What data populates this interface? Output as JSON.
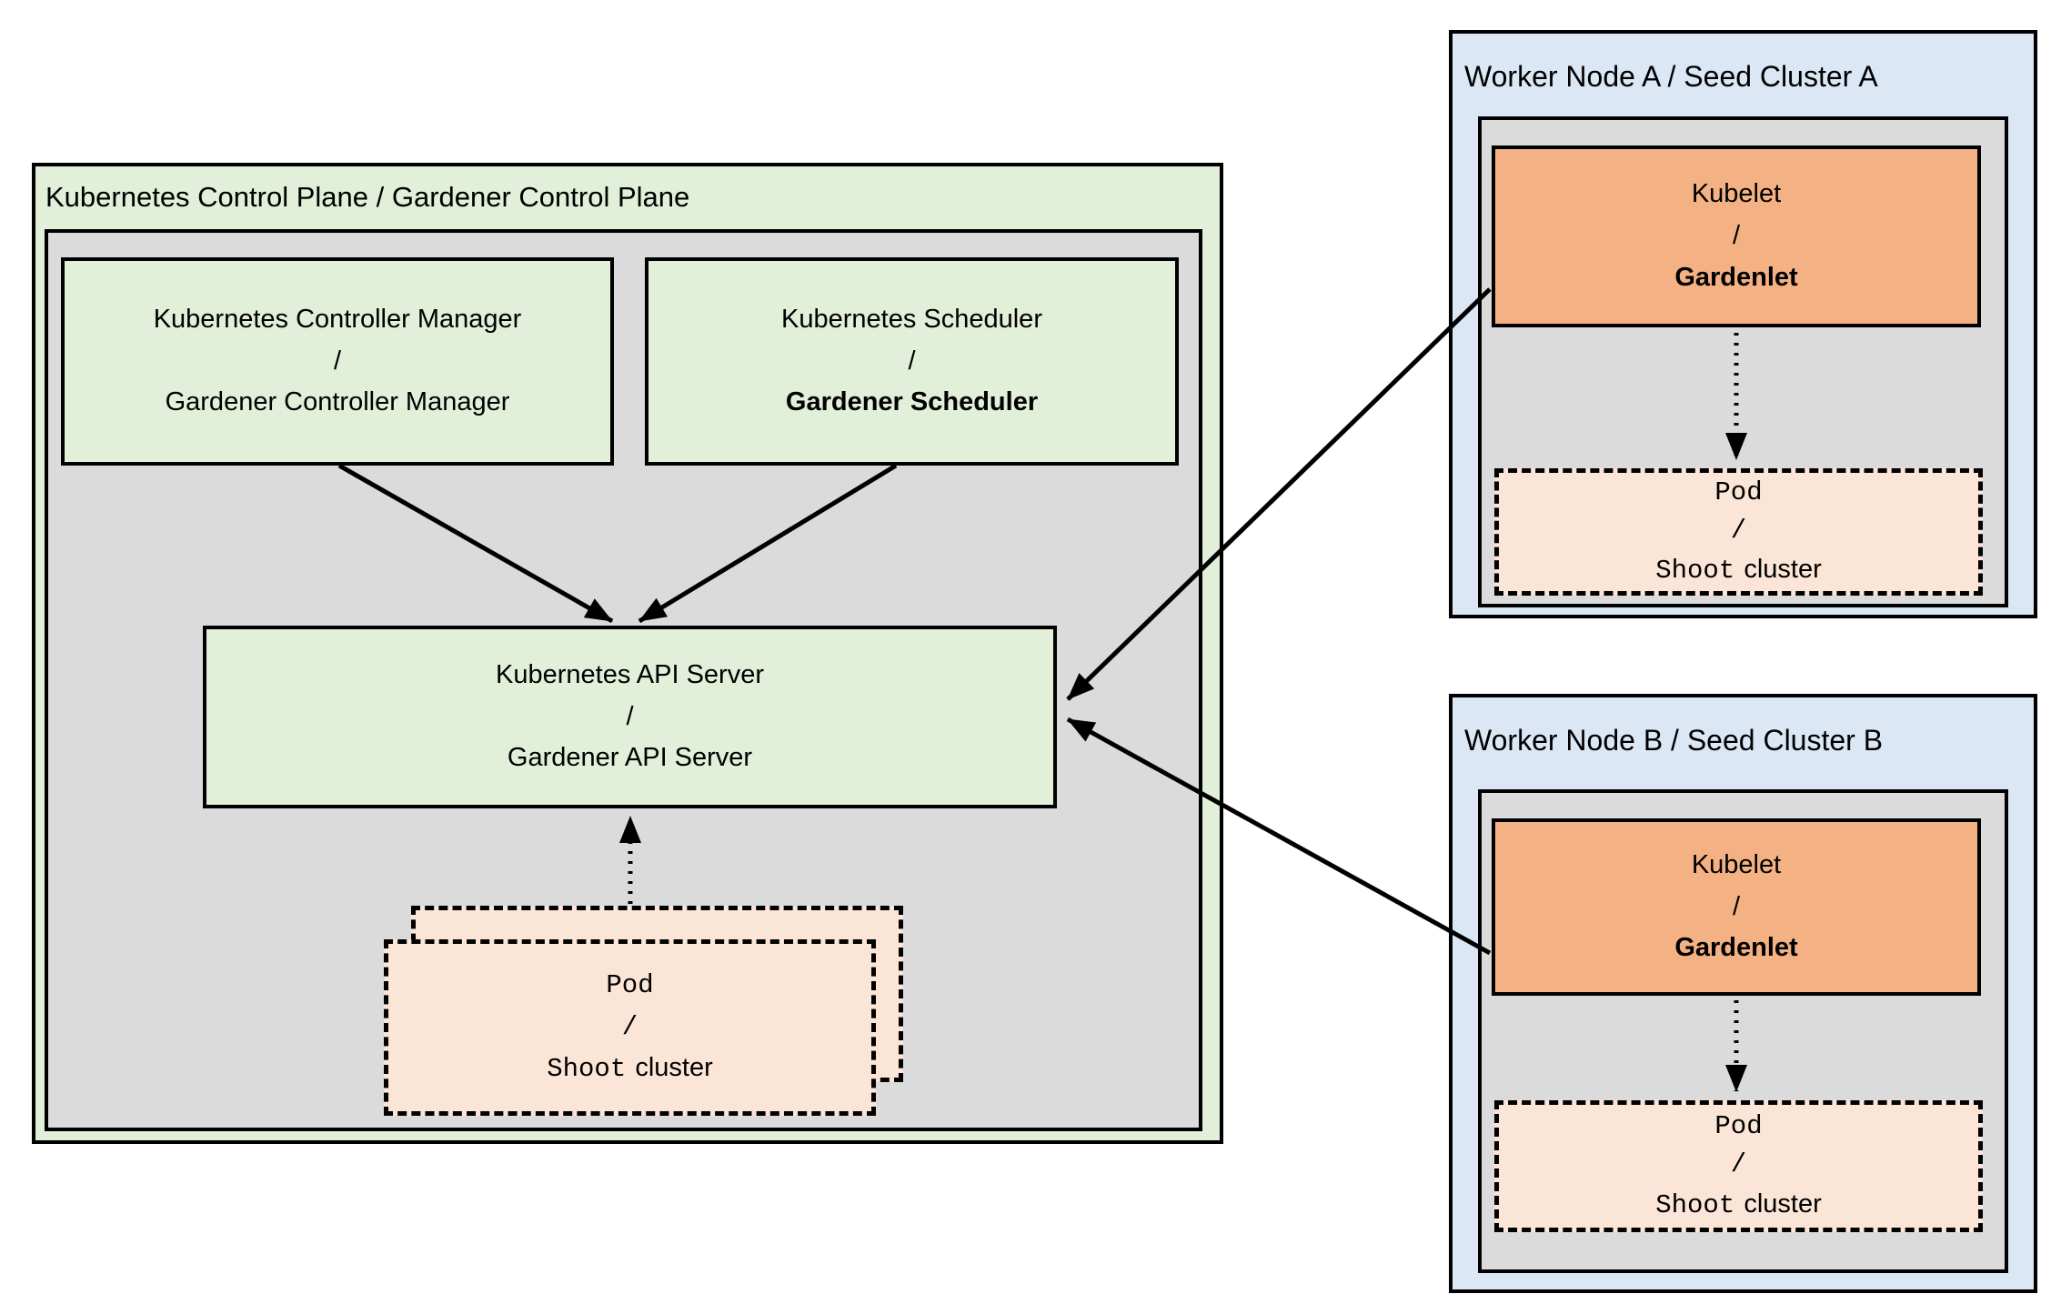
{
  "colors": {
    "green_fill": "#e2efd9",
    "gray_fill": "#dbdbdb",
    "blue_fill": "#dbe7f5",
    "orange_fill": "#f4b183",
    "peach_fill": "#fbe5d6",
    "line_color": "#000000"
  },
  "control_plane": {
    "title": "Kubernetes Control Plane / Gardener Control Plane",
    "controller_manager": {
      "line1": "Kubernetes Controller Manager",
      "line2": "/",
      "line3": "Gardener Controller Manager"
    },
    "scheduler": {
      "line1": "Kubernetes Scheduler",
      "line2": "/",
      "line3": "Gardener Scheduler"
    },
    "api_server": {
      "line1": "Kubernetes API Server",
      "line2": "/",
      "line3": "Gardener API Server"
    },
    "pod_stack": {
      "line1": "Pod",
      "line2": "/",
      "line3_mono": "Shoot",
      "line3_sans": "cluster"
    }
  },
  "worker_node_a": {
    "title": "Worker Node A / Seed Cluster A",
    "kubelet": {
      "line1": "Kubelet",
      "line2": "/",
      "line3": "Gardenlet"
    },
    "pod": {
      "line1": "Pod",
      "line2": "/",
      "line3_mono": "Shoot",
      "line3_sans": "cluster"
    }
  },
  "worker_node_b": {
    "title": "Worker Node B / Seed Cluster B",
    "kubelet": {
      "line1": "Kubelet",
      "line2": "/",
      "line3": "Gardenlet"
    },
    "pod": {
      "line1": "Pod",
      "line2": "/",
      "line3_mono": "Shoot",
      "line3_sans": "cluster"
    }
  }
}
